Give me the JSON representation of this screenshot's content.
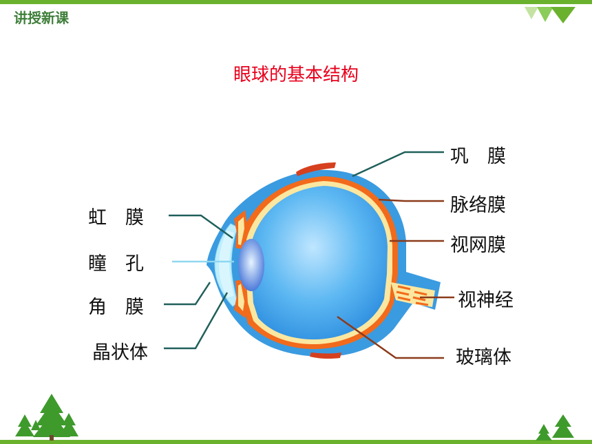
{
  "header": {
    "section_tag": "讲授新课"
  },
  "title": "眼球的基本结构",
  "labels": {
    "sclera": "巩　膜",
    "choroid": "脉络膜",
    "retina": "视网膜",
    "optic_nerve": "视神经",
    "vitreous": "玻璃体",
    "iris": "虹　膜",
    "pupil": "瞳　孔",
    "cornea": "角　膜",
    "lens": "晶状体"
  },
  "colors": {
    "accent_green": "#6ab22e",
    "title_red": "#e8001c",
    "eye_blue": "#3a9be0",
    "choroid_orange": "#f26a1b",
    "retina_yellow": "#fbe7a0",
    "leader_teal": "#1f5f5a",
    "leader_brown": "#8b3a1a"
  }
}
